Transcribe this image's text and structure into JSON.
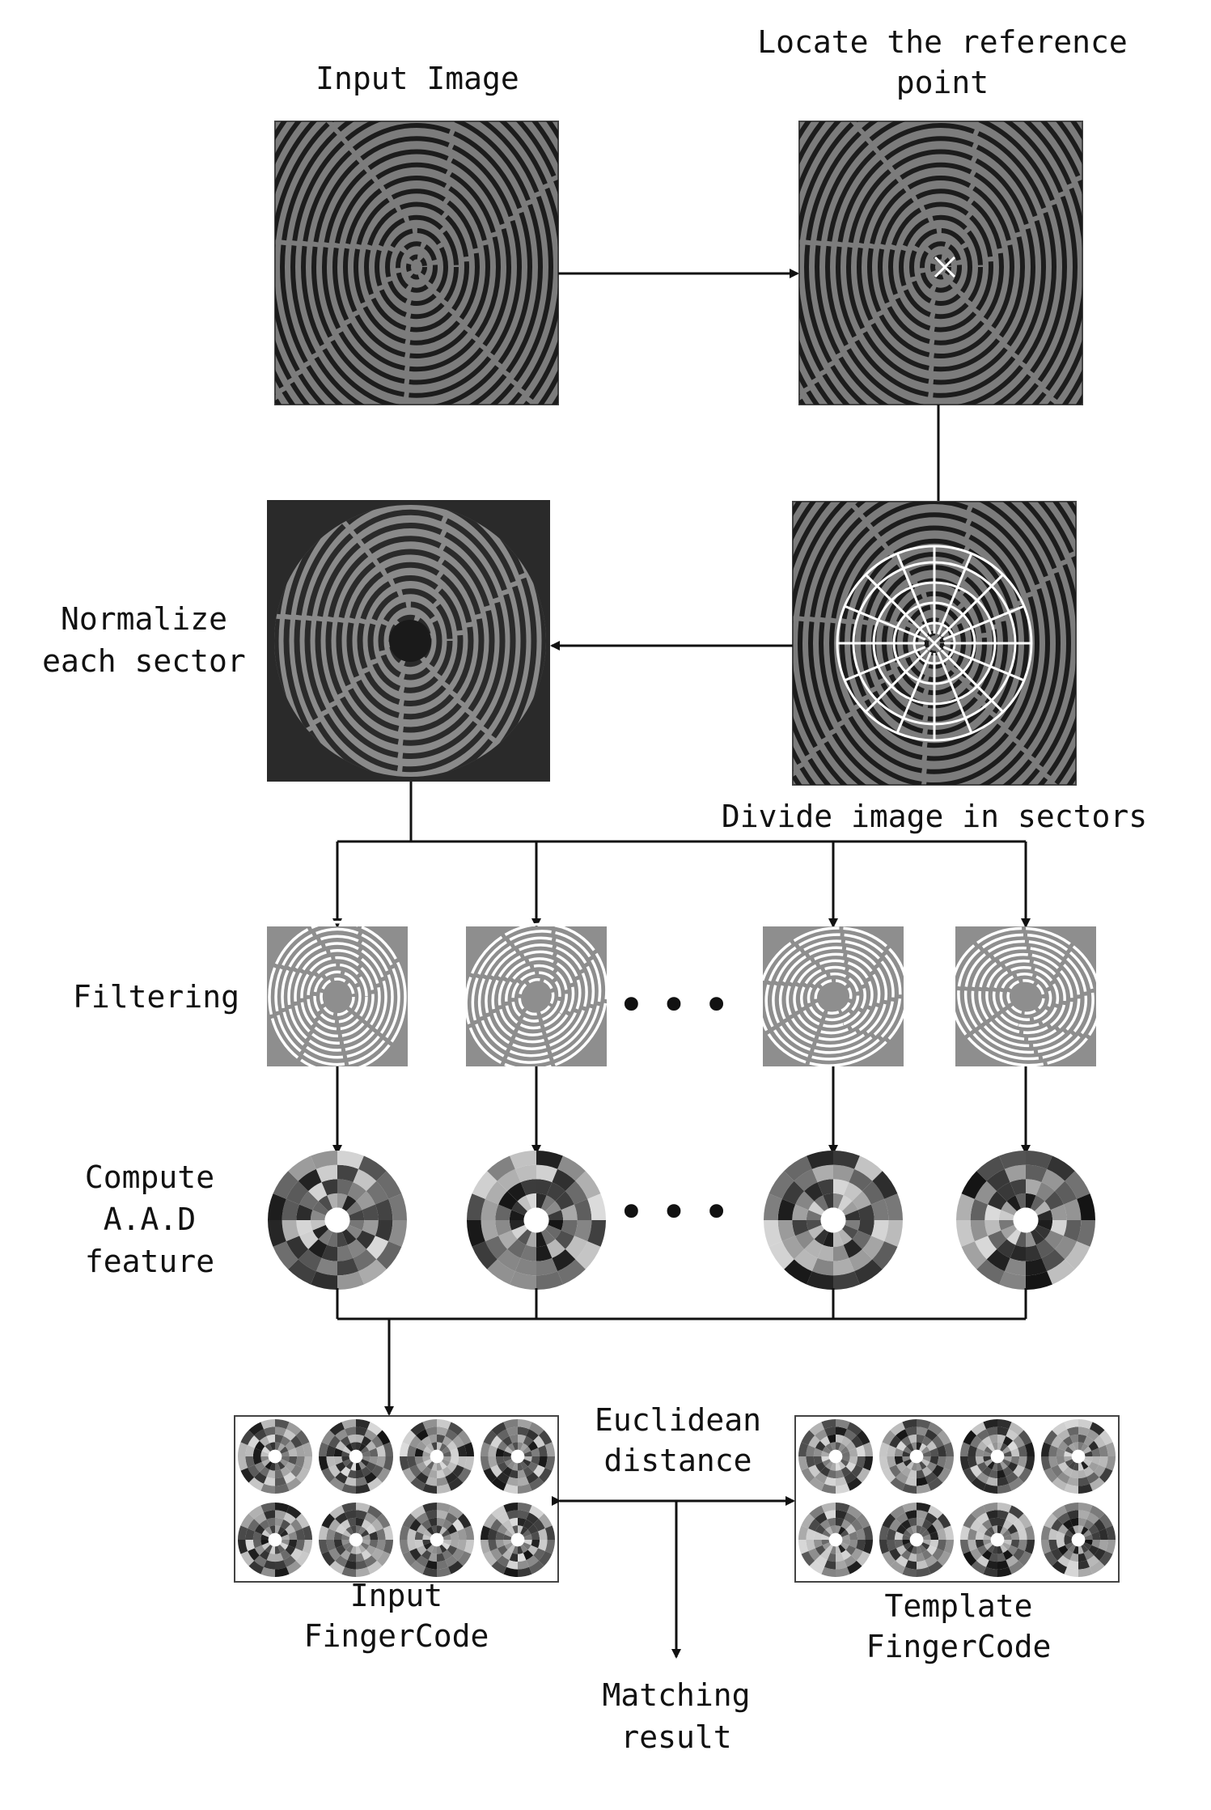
{
  "labels": {
    "input_image": "Input Image",
    "locate_line1": "Locate the reference",
    "locate_line2": "point",
    "normalize_line1": "Normalize",
    "normalize_line2": "each sector",
    "divide": "Divide image in sectors",
    "filtering": "Filtering",
    "compute_line1": "Compute",
    "compute_line2": "A.A.D",
    "compute_line3": "feature",
    "euclid_line1": "Euclidean",
    "euclid_line2": "distance",
    "input_fc_line1": "Input",
    "input_fc_line2": "FingerCode",
    "template_fc_line1": "Template",
    "template_fc_line2": "FingerCode",
    "matching_line1": "Matching",
    "matching_line2": "result",
    "ellipsis": "• • •"
  },
  "colors": {
    "line": "#111111",
    "fingerprint_bg": "#7c7c7c",
    "ridge": "#1c1c1c",
    "normalized_bg": "#2a2a2a",
    "normalized_ridge": "#8a8a8a",
    "filter_bg": "#8e8e8e"
  }
}
